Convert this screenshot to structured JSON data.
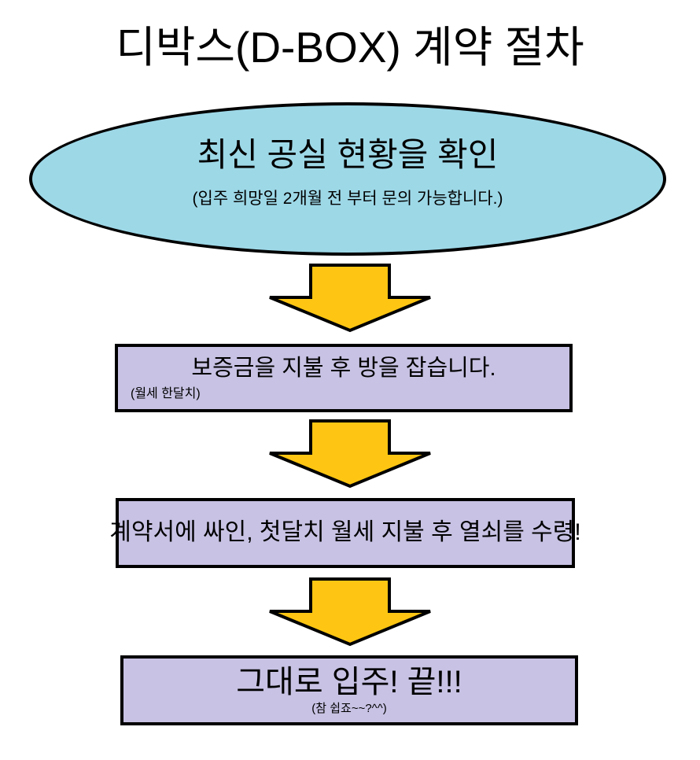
{
  "page": {
    "title": "디박스(D-BOX) 계약 절차"
  },
  "flow": {
    "start": {
      "label": "최신 공실 현황을 확인",
      "note": "(입주 희망일 2개월 전 부터 문의 가능합니다.)"
    },
    "steps": [
      {
        "label": "보증금을 지불 후 방을 잡습니다.",
        "note": "(월세 한달치)"
      },
      {
        "label": "계약서에 싸인, 첫달치 월세 지불 후 열쇠를 수령!"
      },
      {
        "label": "그대로 입주! 끝!!!",
        "note": "(참 쉽죠~~?^^)"
      }
    ],
    "colors": {
      "ellipse_fill": "#9DD8E7",
      "box_fill": "#C8C2E4",
      "arrow_fill": "#FEC613",
      "outline": "#000000"
    }
  }
}
